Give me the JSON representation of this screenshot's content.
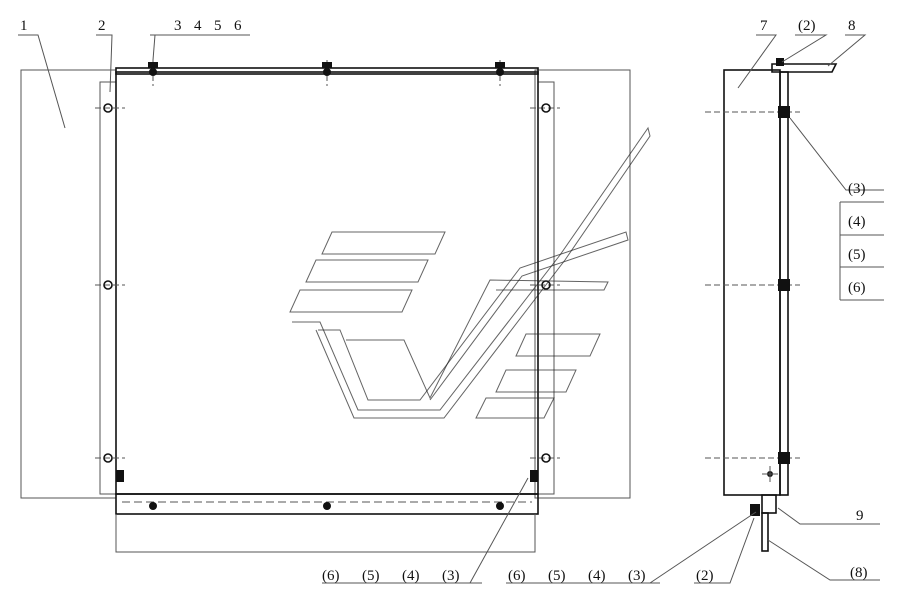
{
  "labels": {
    "l1": "1",
    "l2": "2",
    "l3": "3",
    "l4": "4",
    "l5": "5",
    "l6": "6",
    "l7": "7",
    "l2p_top": "(2)",
    "l8": "8",
    "l3p_side": "(3)",
    "l4p_side": "(4)",
    "l5p_side": "(5)",
    "l6p_side": "(6)",
    "l9": "9",
    "l8p_bottom": "(8)",
    "l6p_a": "(6)",
    "l5p_a": "(5)",
    "l4p_a": "(4)",
    "l3p_a": "(3)",
    "l6p_b": "(6)",
    "l5p_b": "(5)",
    "l4p_b": "(4)",
    "l3p_b": "(3)",
    "l2p_bottom": "(2)"
  },
  "colors": {
    "line": "#111111",
    "hidden": "#555555",
    "background": "#ffffff"
  }
}
